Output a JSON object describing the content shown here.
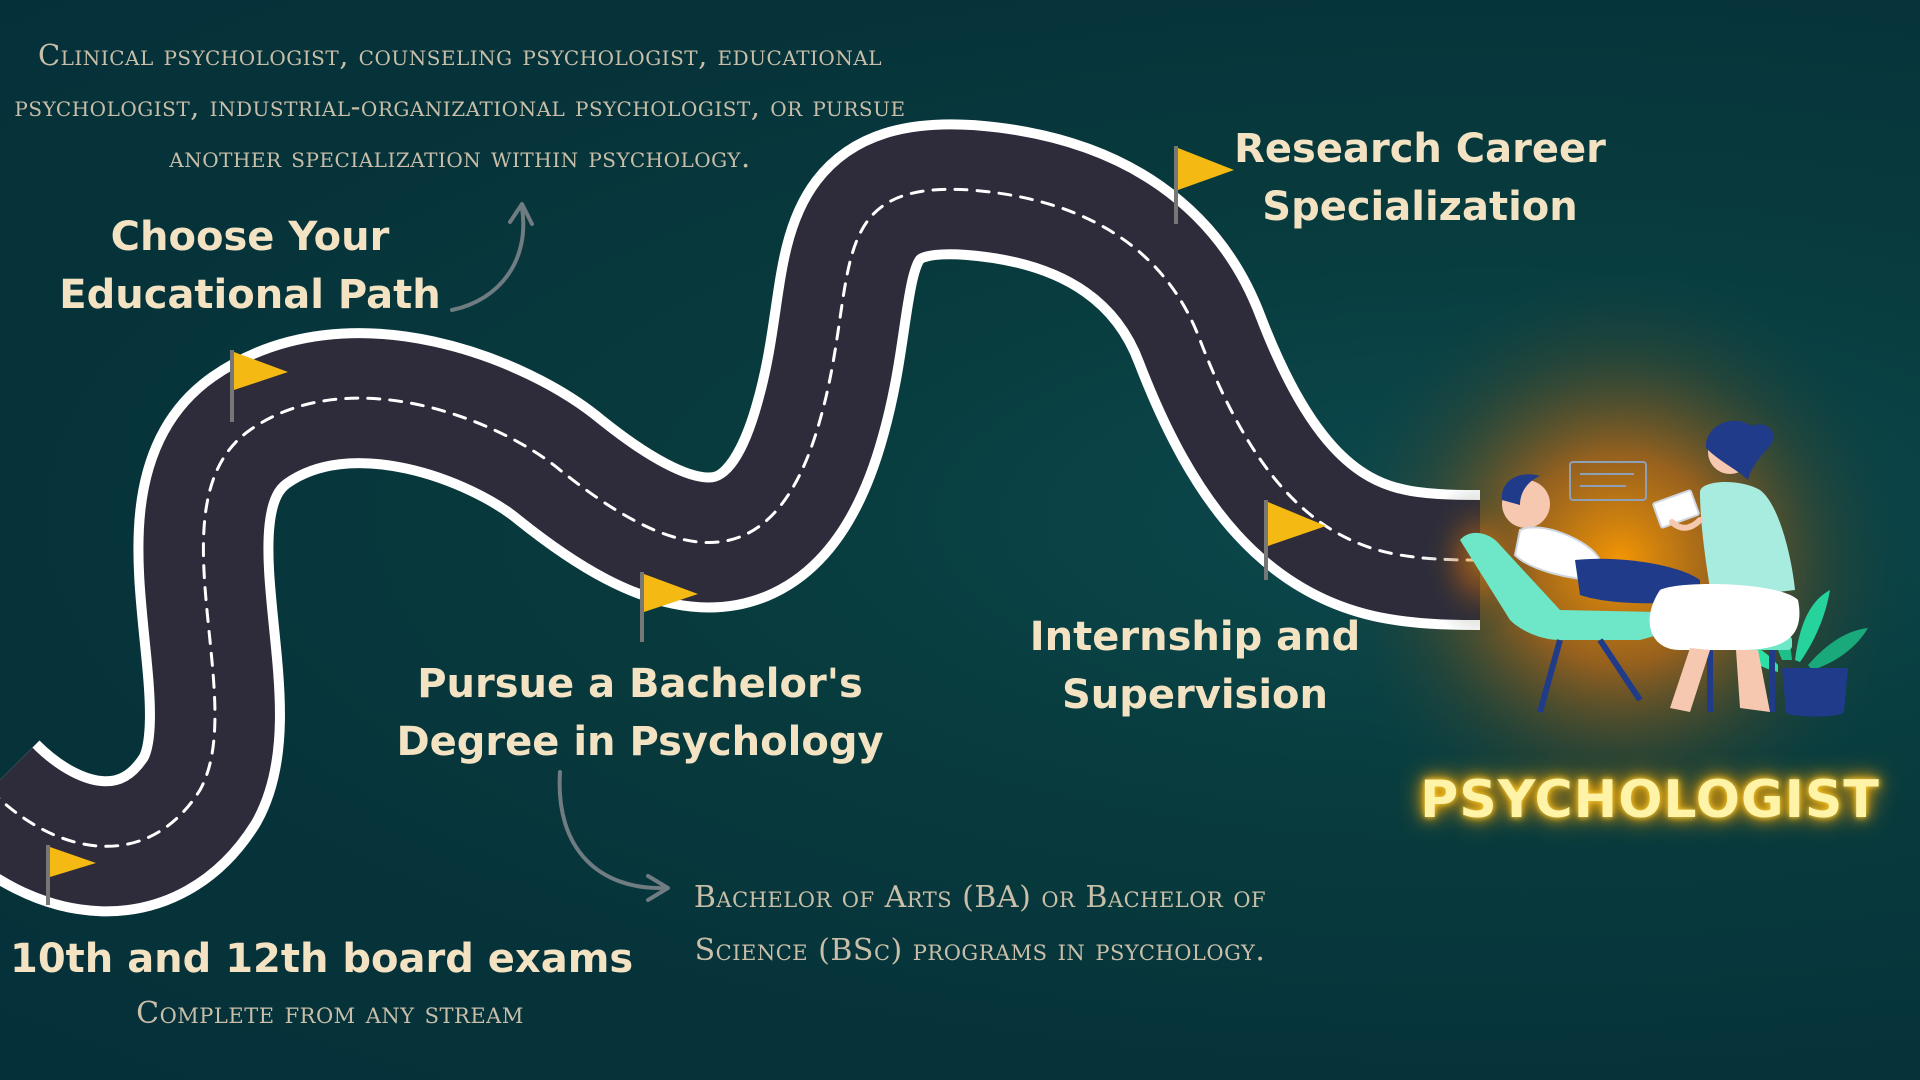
{
  "milestones": {
    "board_exams": {
      "title": "10th and 12th board exams",
      "note": "Complete from any stream"
    },
    "educational_path": {
      "title": "Choose Your\nEducational Path",
      "note": "Clinical psychologist, counseling psychologist, educational psychologist, industrial-organizational psychologist, or pursue another specialization within psychology."
    },
    "bachelors": {
      "title": "Pursue a Bachelor's\nDegree in Psychology",
      "note": "Bachelor of Arts (BA) or Bachelor of Science (BSc) programs in psychology."
    },
    "research": {
      "title": "Research Career\nSpecialization"
    },
    "internship": {
      "title": "Internship and\nSupervision"
    }
  },
  "destination": {
    "title": "PSYCHOLOGIST"
  },
  "colors": {
    "background": "#07383c",
    "road": "#2e2b3a",
    "road_edge": "#ffffff",
    "flag": "#f4b913",
    "label_text": "#f3e3c3",
    "glow": "#ff9a00"
  },
  "icons": [
    "flag-icon",
    "arrow-icon",
    "therapy-session-illustration"
  ]
}
